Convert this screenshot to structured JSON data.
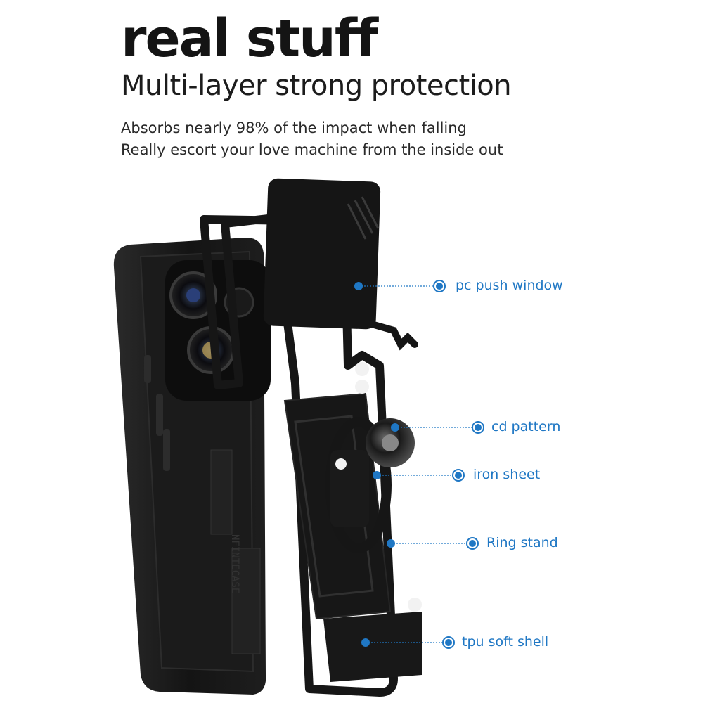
{
  "heading": {
    "title": "real stuff",
    "subtitle": "Multi-layer strong protection"
  },
  "description": {
    "line1": "Absorbs nearly 98% of the impact when falling",
    "line2": "Really escort your love machine from the inside out"
  },
  "callouts": {
    "pc_push_window": "pc push window",
    "cd_pattern": "cd pattern",
    "iron_sheet": "iron sheet",
    "ring_stand": "Ring stand",
    "tpu_soft_shell": "tpu soft shell"
  },
  "colors": {
    "accent": "#1f77c4",
    "case": "#161616",
    "text": "#141414"
  }
}
